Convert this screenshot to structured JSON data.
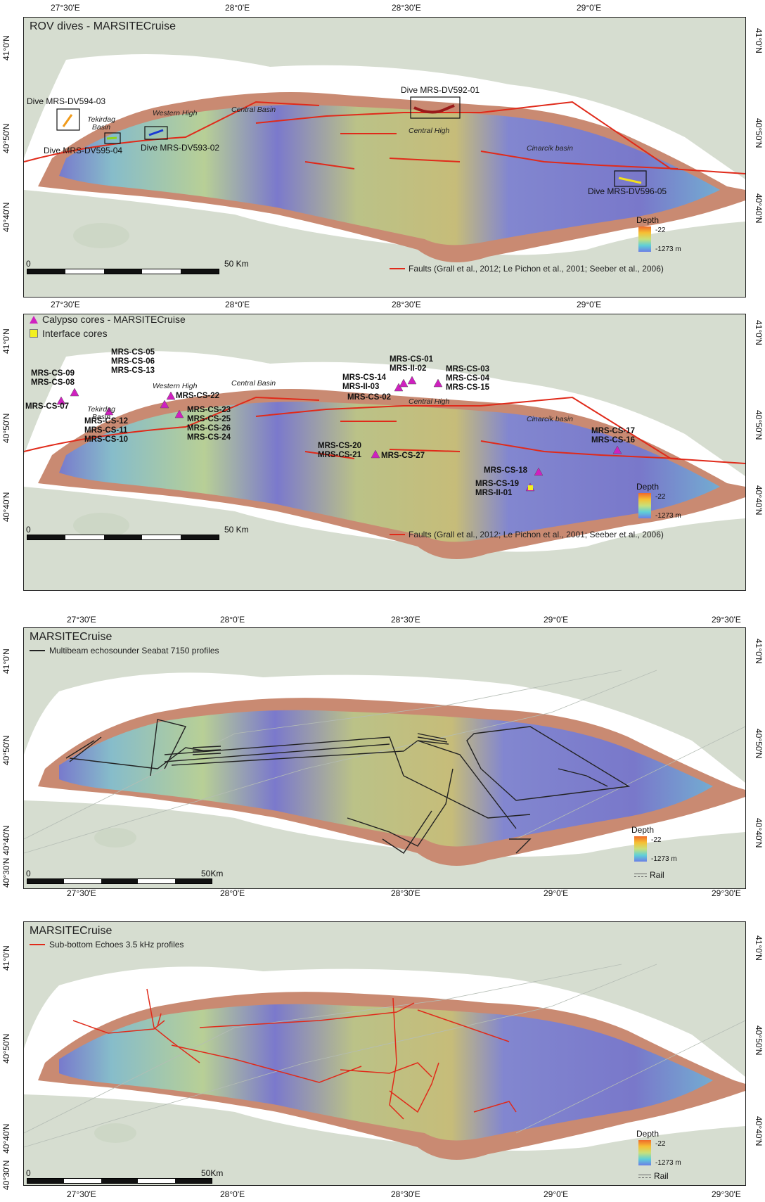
{
  "colors": {
    "land": "#d3dccc",
    "water": "#ffffff",
    "shelf": "#c98a72",
    "deep": "#6f7bd8",
    "fault": "#e02a1a",
    "profile_black": "#222222",
    "profile_red": "#e02a1a"
  },
  "panel1": {
    "title": "ROV dives - MARSITECruise",
    "top_ticks": [
      "27°30'E",
      "28°0'E",
      "28°30'E",
      "29°0'E"
    ],
    "left_ticks": [
      "41°0'N",
      "40°50'N",
      "40°40'N"
    ],
    "right_ticks": [
      "41°0'N",
      "40°50'N",
      "40°40'N"
    ],
    "dives": [
      "Dive MRS-DV594-03",
      "Dive MRS-DV595-04",
      "Dive MRS-DV593-02",
      "Dive MRS-DV592-01",
      "Dive MRS-DV596-05"
    ],
    "places": {
      "tekirdag": "Tekirdag Basin",
      "western_high": "Western High",
      "central_basin": "Central Basin",
      "central_high": "Central High",
      "cinarcik": "Cinarcik basin"
    },
    "scale_left": "0",
    "scale_right": "50 Km",
    "depth_title": "Depth",
    "depth_max": "-22",
    "depth_min": "-1273 m",
    "faults_label": "Faults (Grall et al., 2012; Le Pichon et al., 2001; Seeber et al., 2006)"
  },
  "panel2": {
    "legend_calypso": "Calypso cores - MARSITECruise",
    "legend_interface": "Interface cores",
    "top_ticks": [
      "27°30'E",
      "28°0'E",
      "28°30'E",
      "29°0'E"
    ],
    "left_ticks": [
      "41°0'N",
      "40°50'N",
      "40°40'N"
    ],
    "right_ticks": [
      "41°0'N",
      "40°50'N",
      "40°40'N"
    ],
    "cores": {
      "g1": "MRS-CS-09\nMRS-CS-08",
      "g2": "MRS-CS-07",
      "g3": "MRS-CS-05\nMRS-CS-06\nMRS-CS-13",
      "g4": "MRS-CS-22",
      "g5": "MRS-CS-12\nMRS-CS-11\nMRS-CS-10",
      "g6": "MRS-CS-23\nMRS-CS-25\nMRS-CS-26\nMRS-CS-24",
      "g7": "MRS-CS-01\nMRS-II-02",
      "g8": "MRS-CS-14\nMRS-II-03",
      "g9": "MRS-CS-02",
      "g10": "MRS-CS-03\nMRS-CS-04\nMRS-CS-15",
      "g11": "MRS-CS-20\nMRS-CS-21",
      "g12": "MRS-CS-27",
      "g13": "MRS-CS-17\nMRS-CS-16",
      "g14": "MRS-CS-18",
      "g15": "MRS-CS-19\nMRS-II-01"
    },
    "places": {
      "tekirdag": "Tekirdag Basin",
      "western_high": "Western High",
      "central_basin": "Central Basin",
      "central_high": "Central High",
      "cinarcik": "Cinarcik basin"
    },
    "scale_left": "0",
    "scale_right": "50 Km",
    "depth_title": "Depth",
    "depth_max": "-22",
    "depth_min": "-1273 m",
    "faults_label": "Faults (Grall et al., 2012; Le Pichon et al., 2001; Seeber et al., 2006)"
  },
  "panel3": {
    "title": "MARSITECruise",
    "legend": "Multibeam echosounder Seabat 7150 profiles",
    "top_ticks": [
      "27°30'E",
      "28°0'E",
      "28°30'E",
      "29°0'E",
      "29°30'E"
    ],
    "bottom_ticks": [
      "27°30'E",
      "28°0'E",
      "28°30'E",
      "29°0'E",
      "29°30'E"
    ],
    "left_ticks": [
      "41°0'N",
      "40°50'N",
      "40°40'N",
      "40°30'N"
    ],
    "right_ticks": [
      "41°0'N",
      "40°50'N",
      "40°40'N"
    ],
    "scale_left": "0",
    "scale_right": "50Km",
    "depth_title": "Depth",
    "depth_max": "-22",
    "depth_min": "-1273 m",
    "rail": "Rail"
  },
  "panel4": {
    "title": "MARSITECruise",
    "legend": "Sub-bottom Echoes 3.5 kHz profiles",
    "bottom_ticks": [
      "27°30'E",
      "28°0'E",
      "28°30'E",
      "29°0'E",
      "29°30'E"
    ],
    "left_ticks": [
      "41°0'N",
      "40°50'N",
      "40°40'N",
      "40°30'N"
    ],
    "right_ticks": [
      "41°0'N",
      "40°50'N",
      "40°40'N"
    ],
    "scale_left": "0",
    "scale_right": "50Km",
    "depth_title": "Depth",
    "depth_max": "-22",
    "depth_min": "-1273 m",
    "rail": "Rail"
  }
}
